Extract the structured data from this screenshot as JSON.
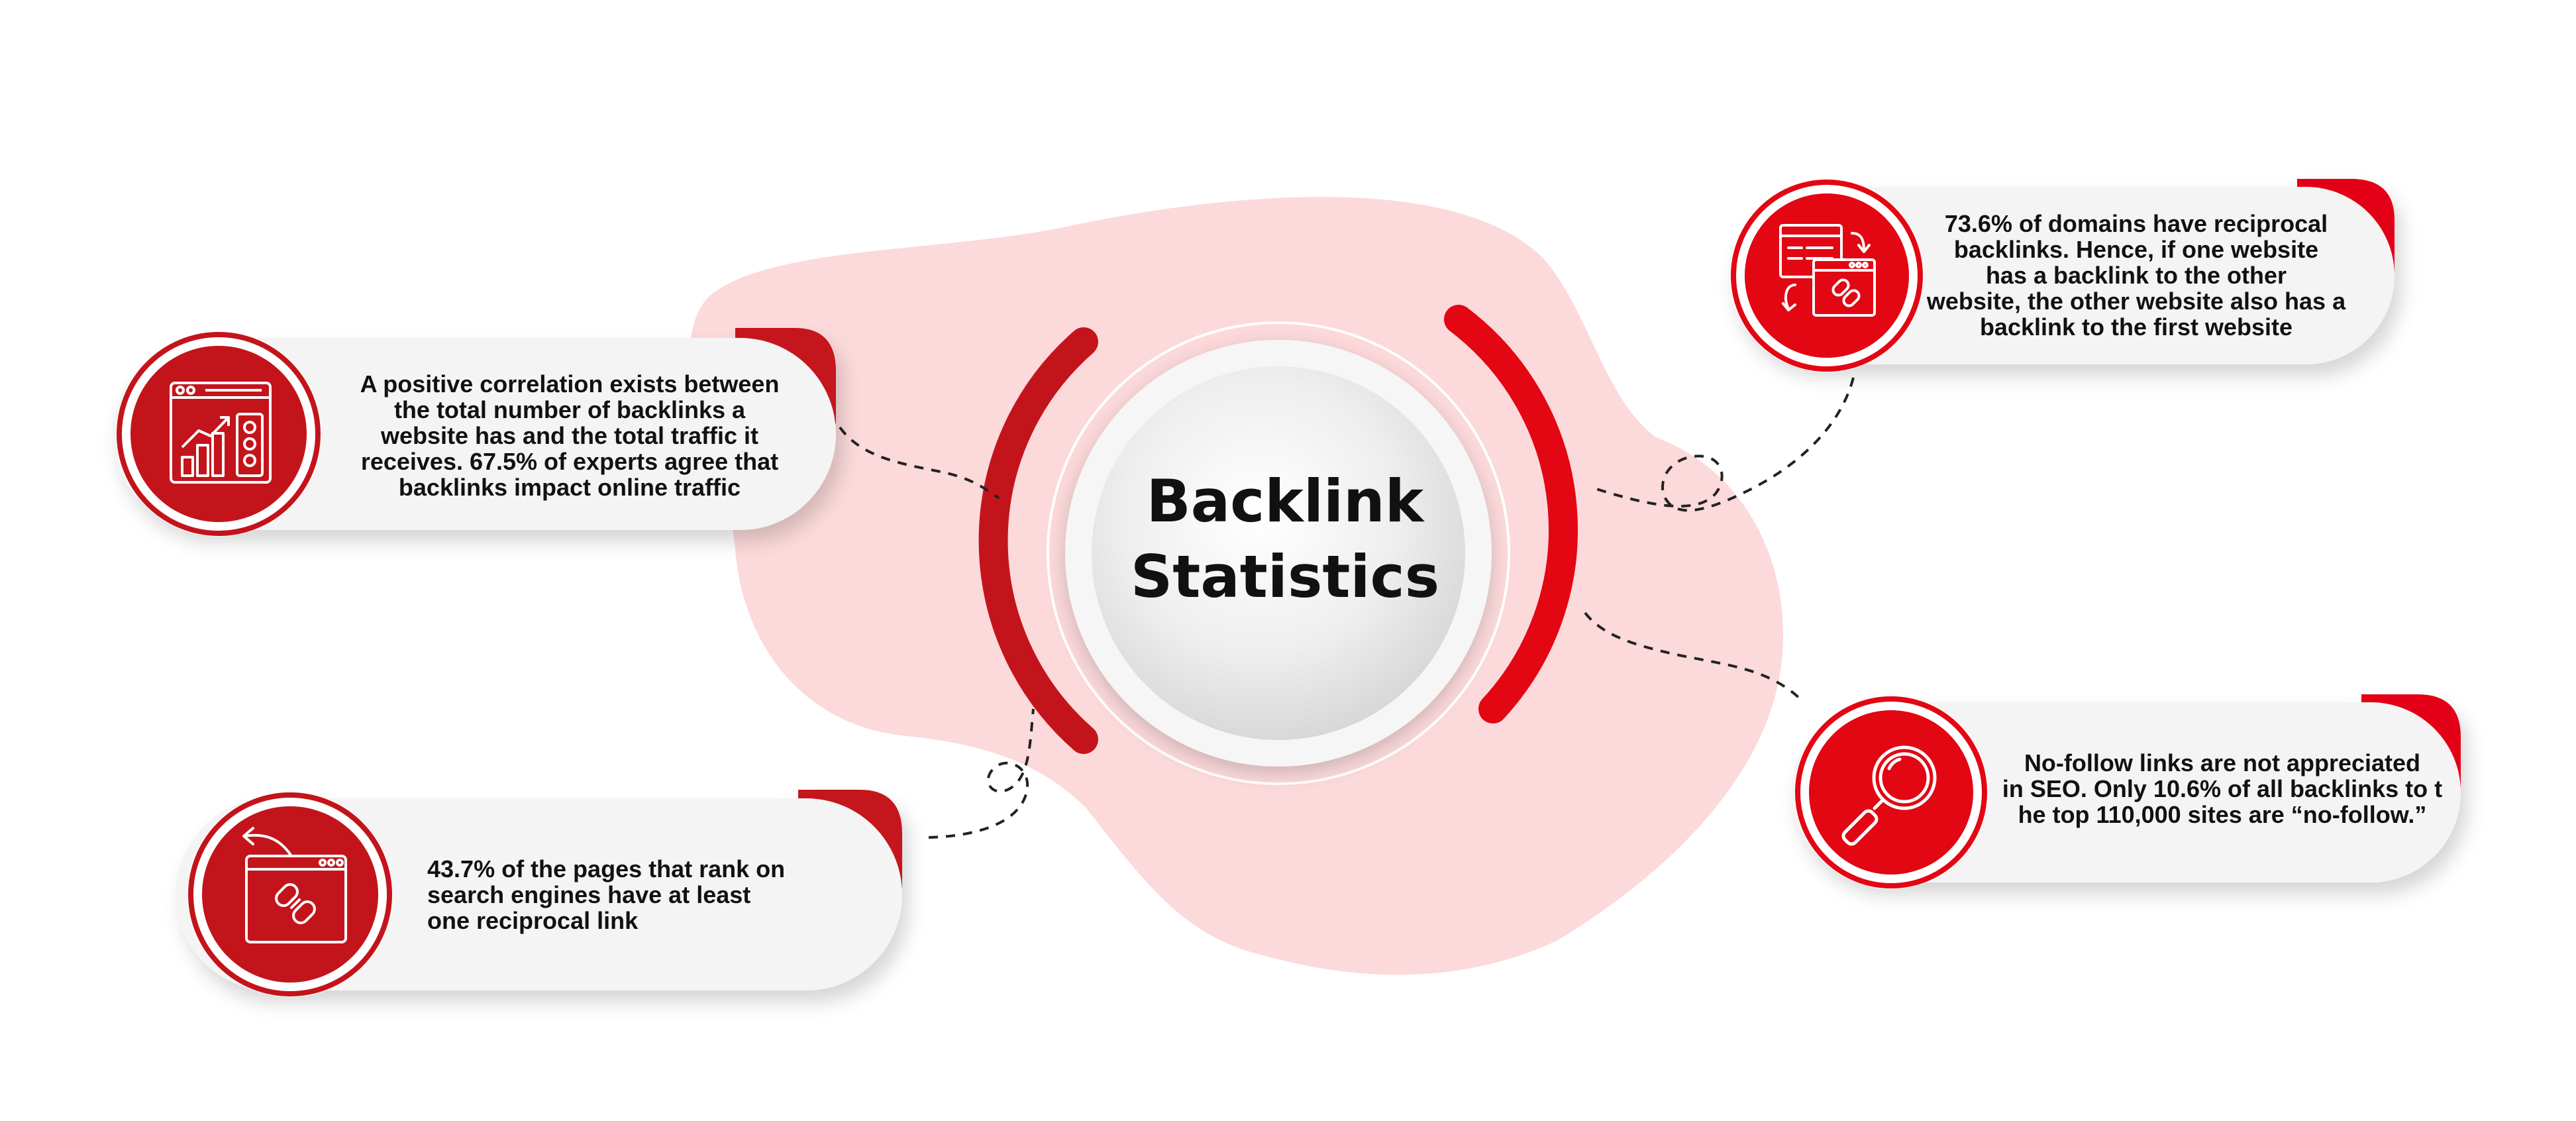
{
  "title": {
    "line1": "Backlink",
    "line2": "Statistics"
  },
  "colors": {
    "accent": "#e30613",
    "accent_dark": "#c4141b",
    "blob": "#fcd9da",
    "card": "#f4f4f4",
    "text": "#111111"
  },
  "cards": [
    {
      "icon": "analytics-dashboard-icon",
      "lines": [
        "A positive correlation exists between",
        "the total number of backlinks a",
        "website has and the total traffic it",
        "receives. 67.5% of experts agree that",
        "backlinks impact online traffic"
      ]
    },
    {
      "icon": "reciprocal-link-folder-icon",
      "lines": [
        "43.7% of the pages that rank on",
        "search engines have at least",
        "one reciprocal link"
      ]
    },
    {
      "icon": "reciprocal-browser-windows-icon",
      "lines": [
        "73.6% of domains have reciprocal",
        "backlinks. Hence, if one website",
        "has a backlink to the other",
        "website, the other website also has a",
        "backlink to the first website"
      ]
    },
    {
      "icon": "magnifier-icon",
      "lines": [
        "No-follow links are not appreciated",
        "in SEO. Only 10.6% of all backlinks to t",
        "he top 110,000 sites are “no-follow.”"
      ]
    }
  ]
}
